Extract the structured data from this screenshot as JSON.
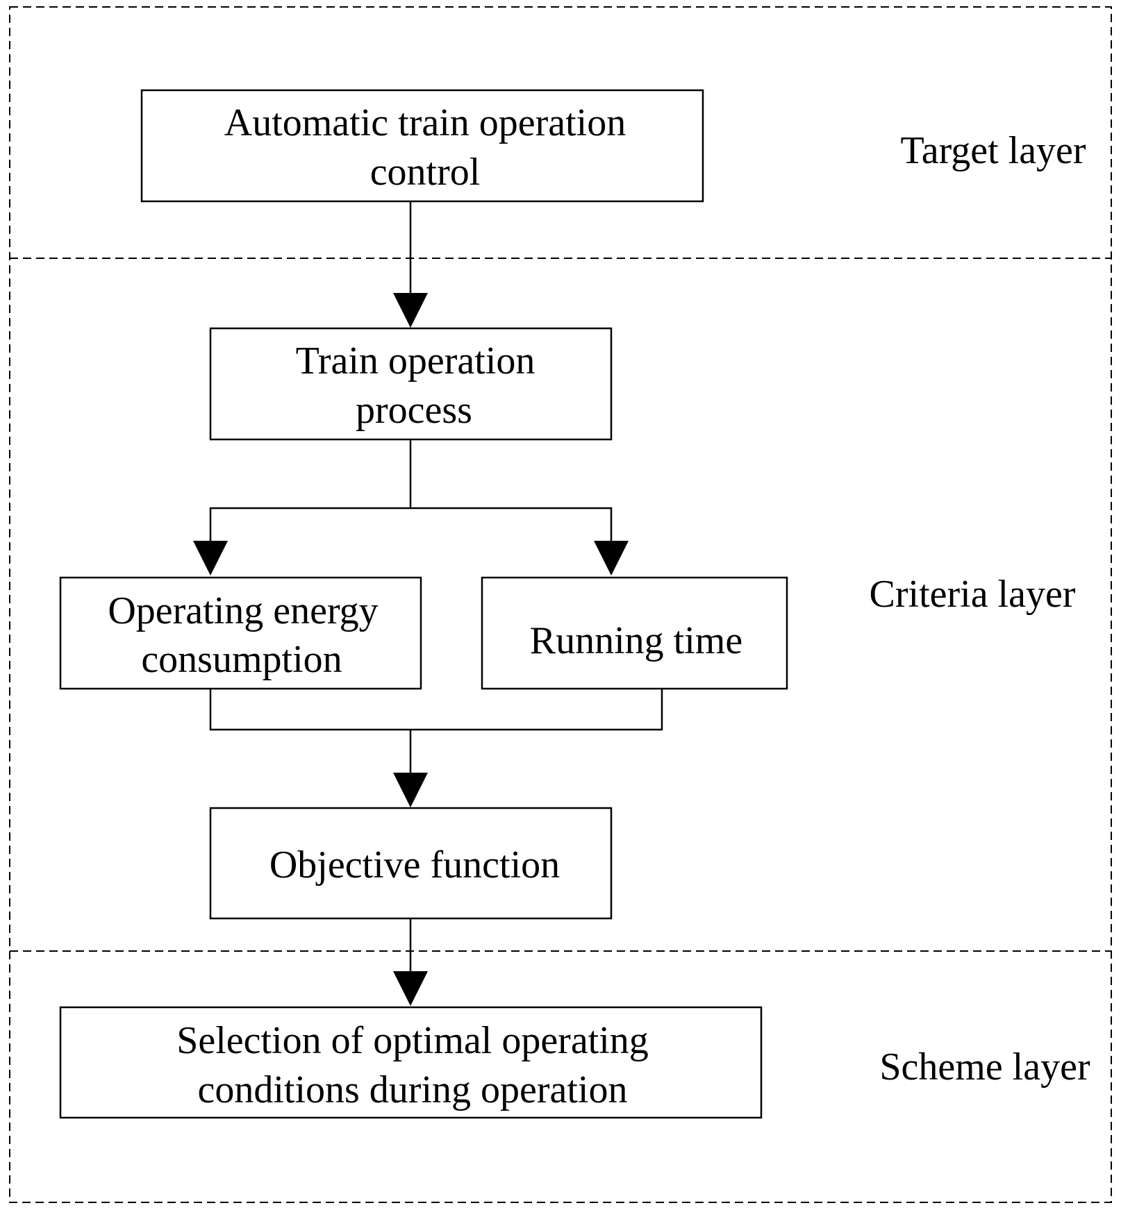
{
  "layers": {
    "target": "Target layer",
    "criteria": "Criteria layer",
    "scheme": "Scheme layer"
  },
  "boxes": {
    "automatic_train": [
      "Automatic train operation",
      "control"
    ],
    "train_process": [
      "Train operation",
      "process"
    ],
    "energy": [
      "Operating energy",
      "consumption"
    ],
    "running_time": [
      "Running time"
    ],
    "objective": [
      "Objective function"
    ],
    "selection": [
      "Selection of optimal operating",
      "conditions during operation"
    ]
  },
  "colors": {
    "stroke": "#000000",
    "background": "#ffffff"
  }
}
